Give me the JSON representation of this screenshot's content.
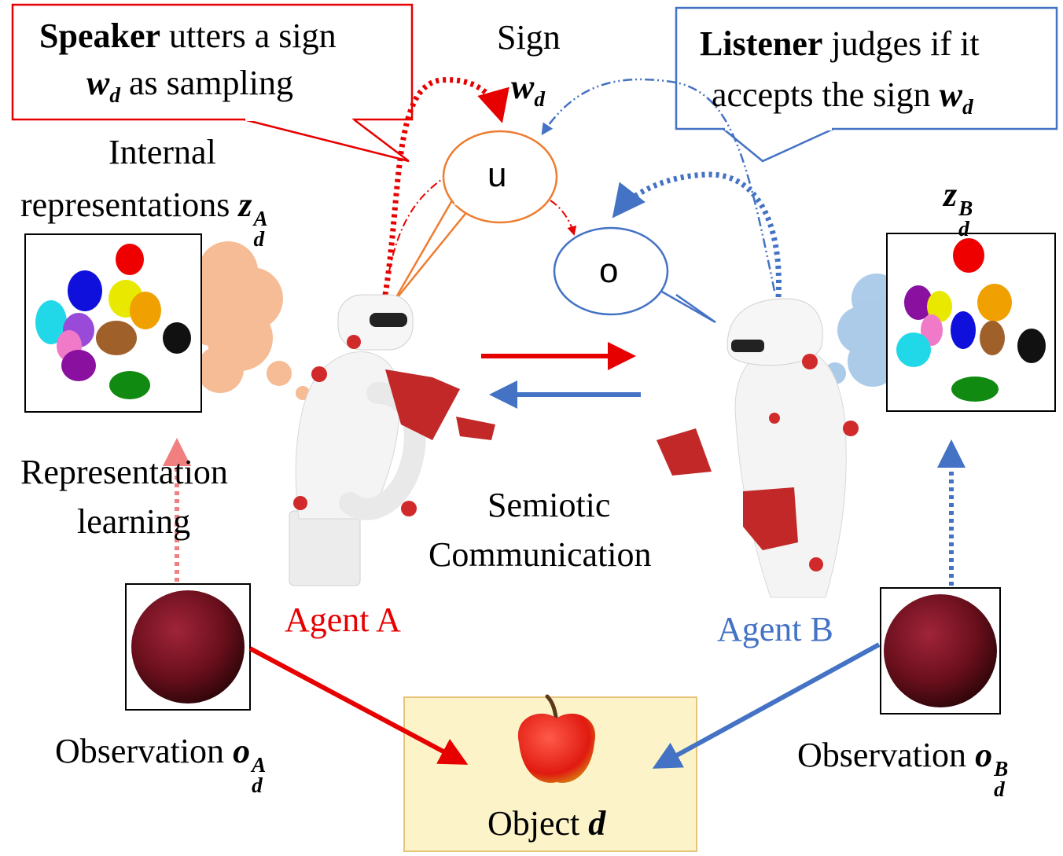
{
  "speaker_box": {
    "bold": "Speaker",
    "line1_rest": " utters a sign",
    "sign_var": "w",
    "sign_sub": "d",
    "line2_rest": " as sampling"
  },
  "listener_box": {
    "bold": "Listener",
    "line1_rest": " judges if it",
    "line2_text": "accepts the sign ",
    "sign_var": "w",
    "sign_sub": "d"
  },
  "sign_label": {
    "text": "Sign",
    "var": "w",
    "sub": "d"
  },
  "bubble_u": "u",
  "bubble_o": "o",
  "internal_rep": {
    "line1": "Internal",
    "line2": "representations ",
    "var": "z",
    "sup": "A",
    "sub": "d"
  },
  "z_b": {
    "var": "z",
    "sup": "B",
    "sub": "d"
  },
  "rep_learning": {
    "line1": "Representation",
    "line2": "learning"
  },
  "semiotic": {
    "line1": "Semiotic",
    "line2": "Communication"
  },
  "agent_a": "Agent A",
  "agent_b": "Agent B",
  "observation_a": {
    "text": "Observation ",
    "var": "o",
    "sup": "A",
    "sub": "d"
  },
  "observation_b": {
    "text": "Observation ",
    "var": "o",
    "sup": "B",
    "sub": "d"
  },
  "object": {
    "text": "Object ",
    "var": "d"
  },
  "colors": {
    "agent_a": "#e60000",
    "agent_b": "#4472c4",
    "bubble_u_border": "#ed7d31",
    "object_bg": "#fdf3c8",
    "thought_a": "#f4b183",
    "thought_b": "#9dc3e6"
  },
  "icons": {
    "robot_a": "robot-icon",
    "robot_b": "robot-icon",
    "apple": "apple-icon",
    "cluster_plot_a": "scatter-cluster-icon",
    "cluster_plot_b": "scatter-cluster-icon"
  }
}
